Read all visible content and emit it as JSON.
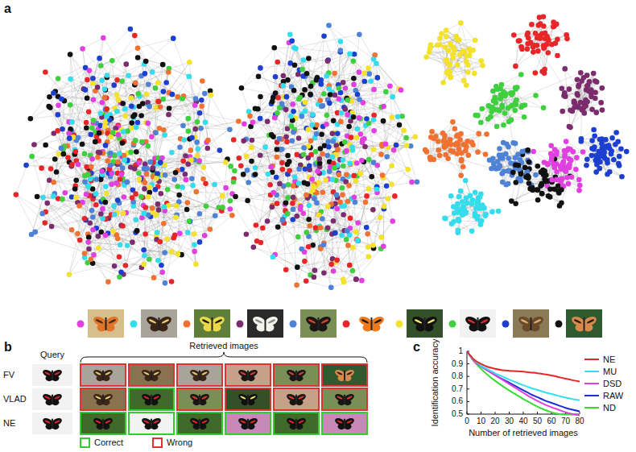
{
  "diagram": {
    "labels": [
      "a",
      "b",
      "Query",
      "Retrieved images",
      "FV",
      "VLAD",
      "NE",
      "c",
      "1",
      "0.9",
      "0.8",
      "0.7",
      "0.6",
      "0.5",
      "0",
      "10",
      "20",
      "30",
      "40",
      "50",
      "60",
      "70",
      "80",
      "Number of retrieved images",
      "Identification accuracy"
    ],
    "legend": [
      {
        "text": "NE"
      },
      {
        "text": "MU"
      },
      {
        "text": "DSD"
      },
      {
        "text": "RAW"
      },
      {
        "text": "ND"
      },
      {
        "text": "Correct"
      },
      {
        "text": "Wrong"
      }
    ]
  }
}
